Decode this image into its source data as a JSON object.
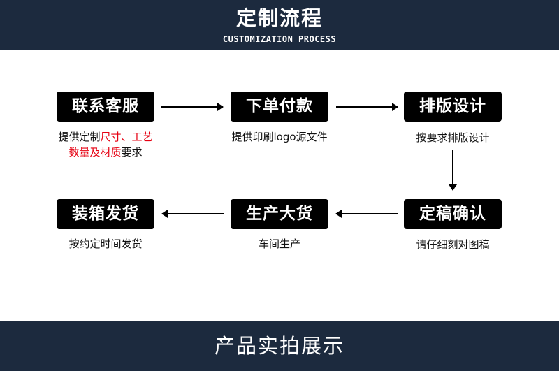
{
  "header": {
    "title": "定制流程",
    "subtitle": "CUSTOMIZATION PROCESS"
  },
  "steps": [
    {
      "label": "联系客服",
      "desc_line1_a": "提供定制",
      "desc_line1_b": "尺寸、工艺",
      "desc_line2_a": "数量及材质",
      "desc_line2_b": "要求"
    },
    {
      "label": "下单付款",
      "desc": "提供印刷logo源文件"
    },
    {
      "label": "排版设计",
      "desc": "按要求排版设计"
    },
    {
      "label": "定稿确认",
      "desc": "请仔细刻对图稿"
    },
    {
      "label": "生产大货",
      "desc": "车间生产"
    },
    {
      "label": "装箱发货",
      "desc": "按约定时间发货"
    }
  ],
  "footer": {
    "title": "产品实拍展示"
  },
  "colors": {
    "bar": "#1c2a3e",
    "box": "#000000",
    "highlight": "#e60012"
  }
}
